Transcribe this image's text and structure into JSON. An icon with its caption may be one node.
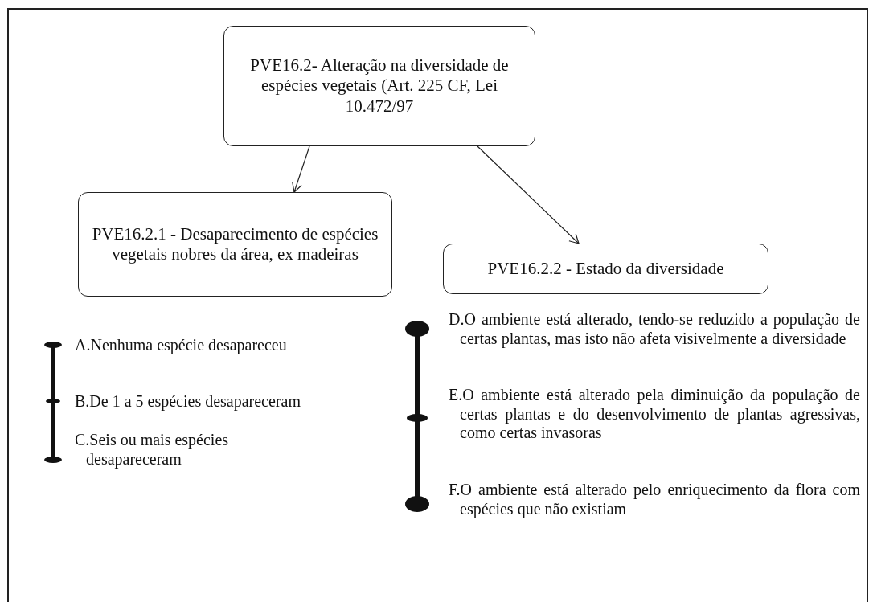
{
  "diagram": {
    "nodes": [
      {
        "text": [
          "PVE16.2- Alteração na diversidade de espécies vegetais (Art. 225 CF, Lei 10.472/97"
        ]
      },
      {
        "text": [
          "PVE16.2.1 - Desaparecimento de espécies vegetais nobres da área, ex madeiras"
        ]
      },
      {
        "text": [
          "PVE16.2.2 - Estado da diversidade"
        ]
      }
    ],
    "edges": [
      {
        "from": 0,
        "to": 1,
        "arrow": "to"
      },
      {
        "from": 0,
        "to": 2,
        "arrow": "to"
      }
    ],
    "labels": [
      "A.Nenhuma espécie desapareceu",
      "B.De 1 a 5 espécies desapareceram",
      "C.Seis ou mais espécies desapareceram",
      "D.O ambiente está alterado, tendo-se reduzido a população de certas plantas, mas isto não afeta visivelmente a diversidade",
      "E.O ambiente está alterado pela diminuição da população de certas plantas e do desenvolvimento de plantas agressivas, como certas invasoras",
      "F.O ambiente está alterado pelo enriquecimento da flora com espécies que não existiam"
    ]
  }
}
